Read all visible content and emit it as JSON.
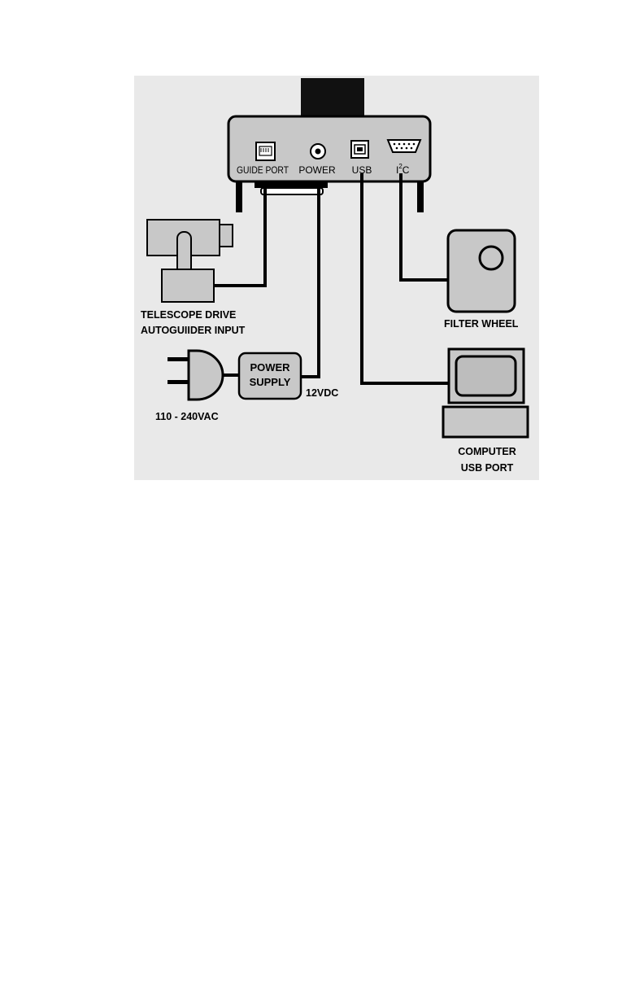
{
  "camera": {
    "ports": {
      "guide_port": "GUIDE PORT",
      "power": "POWER",
      "usb": "USB",
      "i2c_main": "I",
      "i2c_sup": "2",
      "i2c_tail": "C"
    }
  },
  "telescope": {
    "line1": "TELESCOPE DRIVE",
    "line2": "AUTOGUIIDER INPUT"
  },
  "power_supply": {
    "line1": "POWER",
    "line2": "SUPPLY",
    "output_voltage": "12VDC",
    "input_voltage": "110 - 240VAC"
  },
  "filter_wheel": {
    "label": "FILTER WHEEL"
  },
  "computer": {
    "line1": "COMPUTER",
    "line2": "USB PORT"
  },
  "colors": {
    "panel_bg": "#e9e9e9",
    "component_fill": "#c8c8c8",
    "screen_fill": "#bdbdbd",
    "stroke": "#000000"
  }
}
